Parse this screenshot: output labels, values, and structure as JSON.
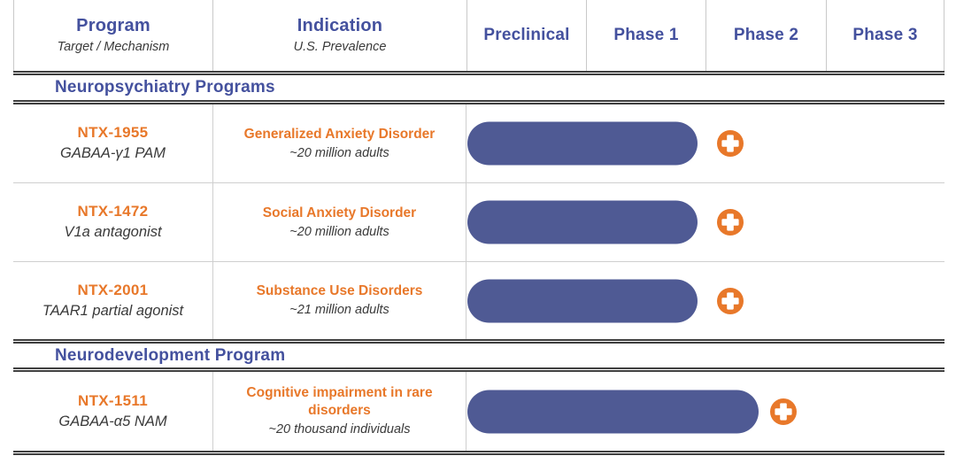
{
  "palette": {
    "blue": "#44519E",
    "orange": "#E8782A",
    "bar_blue": "#4F5A94",
    "text_dark": "#3A3A3A",
    "line_dark": "#3F3F3F",
    "line_light": "#C9C9C9"
  },
  "header": {
    "program_title": "Program",
    "program_subtitle": "Target / Mechanism",
    "indication_title": "Indication",
    "indication_subtitle": "U.S. Prevalence",
    "phases": [
      "Preclinical",
      "Phase 1",
      "Phase 2",
      "Phase 3"
    ]
  },
  "sections": [
    {
      "title": "Neuropsychiatry Programs",
      "rows": [
        {
          "name": "NTX-1955",
          "mechanism": "GABAA-γ1 PAM",
          "indication": "Generalized Anxiety Disorder",
          "prevalence": "~20 million adults",
          "progress": {
            "bar_end_pct": 48.2,
            "plus_center_pct": 55.2
          }
        },
        {
          "name": "NTX-1472",
          "mechanism": "V1a antagonist",
          "indication": "Social Anxiety Disorder",
          "prevalence": "~20 million adults",
          "progress": {
            "bar_end_pct": 48.2,
            "plus_center_pct": 55.2
          }
        },
        {
          "name": "NTX-2001",
          "mechanism": "TAAR1 partial agonist",
          "indication": "Substance Use Disorders",
          "prevalence": "~21 million adults",
          "progress": {
            "bar_end_pct": 48.2,
            "plus_center_pct": 55.2
          }
        }
      ]
    },
    {
      "title": "Neurodevelopment Program",
      "rows": [
        {
          "name": "NTX-1511",
          "mechanism": "GABAA-α5 NAM",
          "indication": "Cognitive impairment in rare disorders",
          "prevalence": "~20 thousand individuals",
          "progress": {
            "bar_end_pct": 61.0,
            "plus_center_pct": 66.3
          }
        }
      ]
    }
  ]
}
